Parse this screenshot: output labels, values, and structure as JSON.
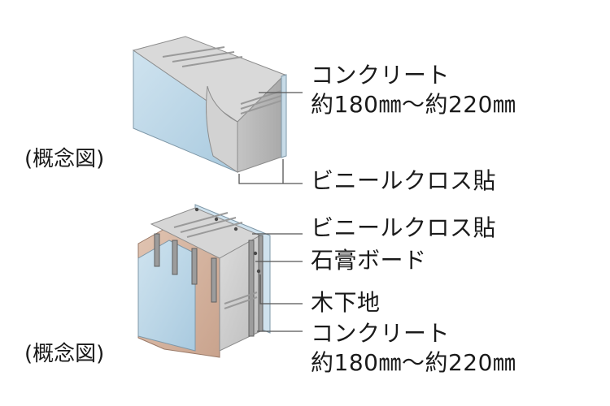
{
  "diagram_top": {
    "caption": "(概念図)",
    "concrete_label": "コンクリート",
    "concrete_thickness": "約180㎜〜約220㎜",
    "vinyl_label": "ビニールクロス貼"
  },
  "diagram_bottom": {
    "caption": "(概念図)",
    "vinyl_label": "ビニールクロス貼",
    "gypsum_label": "石膏ボード",
    "wood_label": "木下地",
    "concrete_label": "コンクリート",
    "concrete_thickness": "約180㎜〜約220㎜"
  },
  "colors": {
    "cloth_blue": "#b9d6e6",
    "concrete_top": "#d7d7d7",
    "concrete_front": "#c9c9c9",
    "concrete_side": "#b7b7b7",
    "board_pink": "#d8b8a4",
    "leader_line": "#555555"
  }
}
